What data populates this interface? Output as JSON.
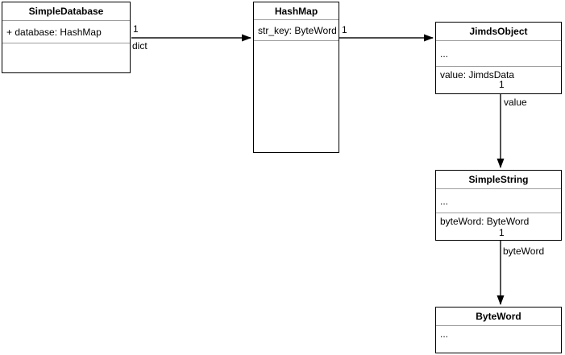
{
  "diagram": {
    "type": "uml-class-diagram",
    "background": "#ffffff",
    "colors": {
      "box_border": "#000000",
      "divider": "#9e9e9e",
      "edge": "#333333",
      "text": "#000000"
    },
    "classes": [
      {
        "name": "SimpleDatabase",
        "attributes": [
          "+ database: HashMap"
        ]
      },
      {
        "name": "HashMap",
        "attributes": [
          "str_key: ByteWord"
        ]
      },
      {
        "name": "JimdsObject",
        "attributes": [
          "...",
          "value: JimdsData"
        ]
      },
      {
        "name": "SimpleString",
        "attributes": [
          "...",
          "byteWord: ByteWord"
        ]
      },
      {
        "name": "ByteWord",
        "attributes": [
          "..."
        ]
      }
    ],
    "edges": [
      {
        "from": "SimpleDatabase",
        "to": "HashMap",
        "multiplicity": "1",
        "name": "dict"
      },
      {
        "from": "HashMap",
        "to": "JimdsObject",
        "multiplicity": "1",
        "name": ""
      },
      {
        "from": "JimdsObject",
        "to": "SimpleString",
        "multiplicity": "1",
        "name": "value"
      },
      {
        "from": "SimpleString",
        "to": "ByteWord",
        "multiplicity": "1",
        "name": "byteWord"
      }
    ]
  }
}
